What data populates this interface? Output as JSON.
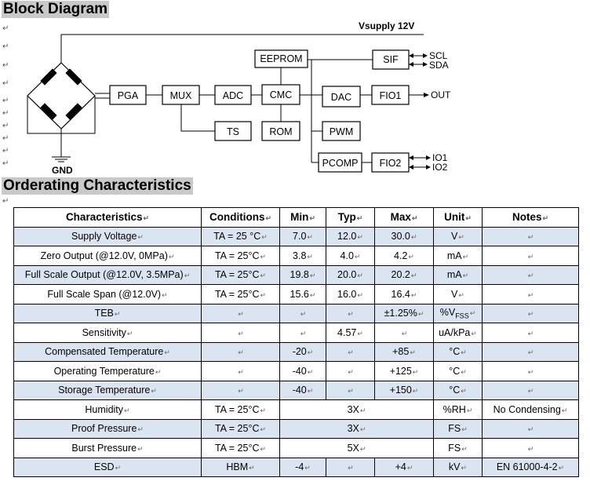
{
  "headings": {
    "block_diagram": "Block Diagram",
    "ordering": "Orderating Characteristics"
  },
  "paragraph_mark": "↵",
  "diagram": {
    "supply_label": "Vsupply 12V",
    "gnd_label": "GND",
    "blocks": {
      "pga": "PGA",
      "mux": "MUX",
      "adc": "ADC",
      "cmc": "CMC",
      "eeprom": "EEPROM",
      "rom": "ROM",
      "ts": "TS",
      "sif": "SIF",
      "dac": "DAC",
      "pwm": "PWM",
      "pcomp": "PCOMP",
      "fio1": "FIO1",
      "fio2": "FIO2"
    },
    "pins": {
      "scl": "SCL",
      "sda": "SDA",
      "out": "OUT",
      "io1": "IO1",
      "io2": "IO2"
    }
  },
  "table": {
    "headers": [
      "Characteristics",
      "Conditions",
      "Min",
      "Typ",
      "Max",
      "Unit",
      "Notes"
    ],
    "rows": [
      {
        "char": "Supply Voltage",
        "cond": "TA = 25 °C",
        "min": "7.0",
        "typ": "12.0",
        "max": "30.0",
        "unit": "V",
        "notes": ""
      },
      {
        "char": "Zero Output (@12.0V, 0MPa)",
        "cond": "TA = 25°C",
        "min": "3.8",
        "typ": "4.0",
        "max": "4.2",
        "unit": "mA",
        "notes": ""
      },
      {
        "char": "Full Scale Output (@12.0V, 3.5MPa)",
        "cond": "TA = 25°C",
        "min": "19.8",
        "typ": "20.0",
        "max": "20.2",
        "unit": "mA",
        "notes": ""
      },
      {
        "char": "Full Scale Span (@12.0V)",
        "cond": "TA = 25°C",
        "min": "15.6",
        "typ": "16.0",
        "max": "16.4",
        "unit": "V",
        "notes": ""
      },
      {
        "char": "TEB",
        "cond": "",
        "min": "",
        "typ": "",
        "max": "±1.25%",
        "unit": "%V",
        "unit_sub": "FSS",
        "notes": ""
      },
      {
        "char": "Sensitivity",
        "cond": "",
        "min": "",
        "typ": "4.57",
        "max": "",
        "unit": "uA/kPa",
        "notes": ""
      },
      {
        "char": "Compensated Temperature",
        "cond": "",
        "min": "-20",
        "typ": "",
        "max": "+85",
        "unit": "°C",
        "notes": ""
      },
      {
        "char": "Operating Temperature",
        "cond": "",
        "min": "-40",
        "typ": "",
        "max": "+125",
        "unit": "°C",
        "notes": ""
      },
      {
        "char": "Storage Temperature",
        "cond": "",
        "min": "-40",
        "typ": "",
        "max": "+150",
        "unit": "°C",
        "notes": ""
      },
      {
        "char": "Humidity",
        "cond": "TA = 25°C",
        "merged": "3X",
        "unit": "%RH",
        "notes": "No Condensing"
      },
      {
        "char": "Proof Pressure",
        "cond": "TA = 25°C",
        "merged": "3X",
        "unit": "FS",
        "notes": ""
      },
      {
        "char": "Burst Pressure",
        "cond": "TA = 25°C",
        "merged": "5X",
        "unit": "FS",
        "notes": ""
      },
      {
        "char": "ESD",
        "cond": "HBM",
        "min": "-4",
        "typ": "",
        "max": "+4",
        "unit": "kV",
        "notes": "EN 61000-4-2"
      }
    ]
  }
}
